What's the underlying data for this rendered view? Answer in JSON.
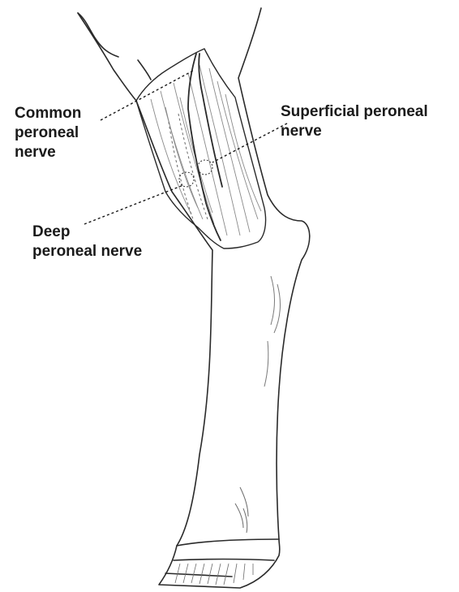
{
  "labels": {
    "common_peroneal_nerve": [
      "Common",
      "peroneal",
      "nerve"
    ],
    "superficial_peroneal_nerve": [
      "Superficial peroneal",
      "nerve"
    ],
    "deep_peroneal_nerve": [
      "Deep",
      "peroneal nerve"
    ]
  },
  "colors": {
    "line": "#2a2a2a",
    "shading": "#9a9a9a",
    "leader": "#1a1a1a",
    "background": "#ffffff"
  }
}
